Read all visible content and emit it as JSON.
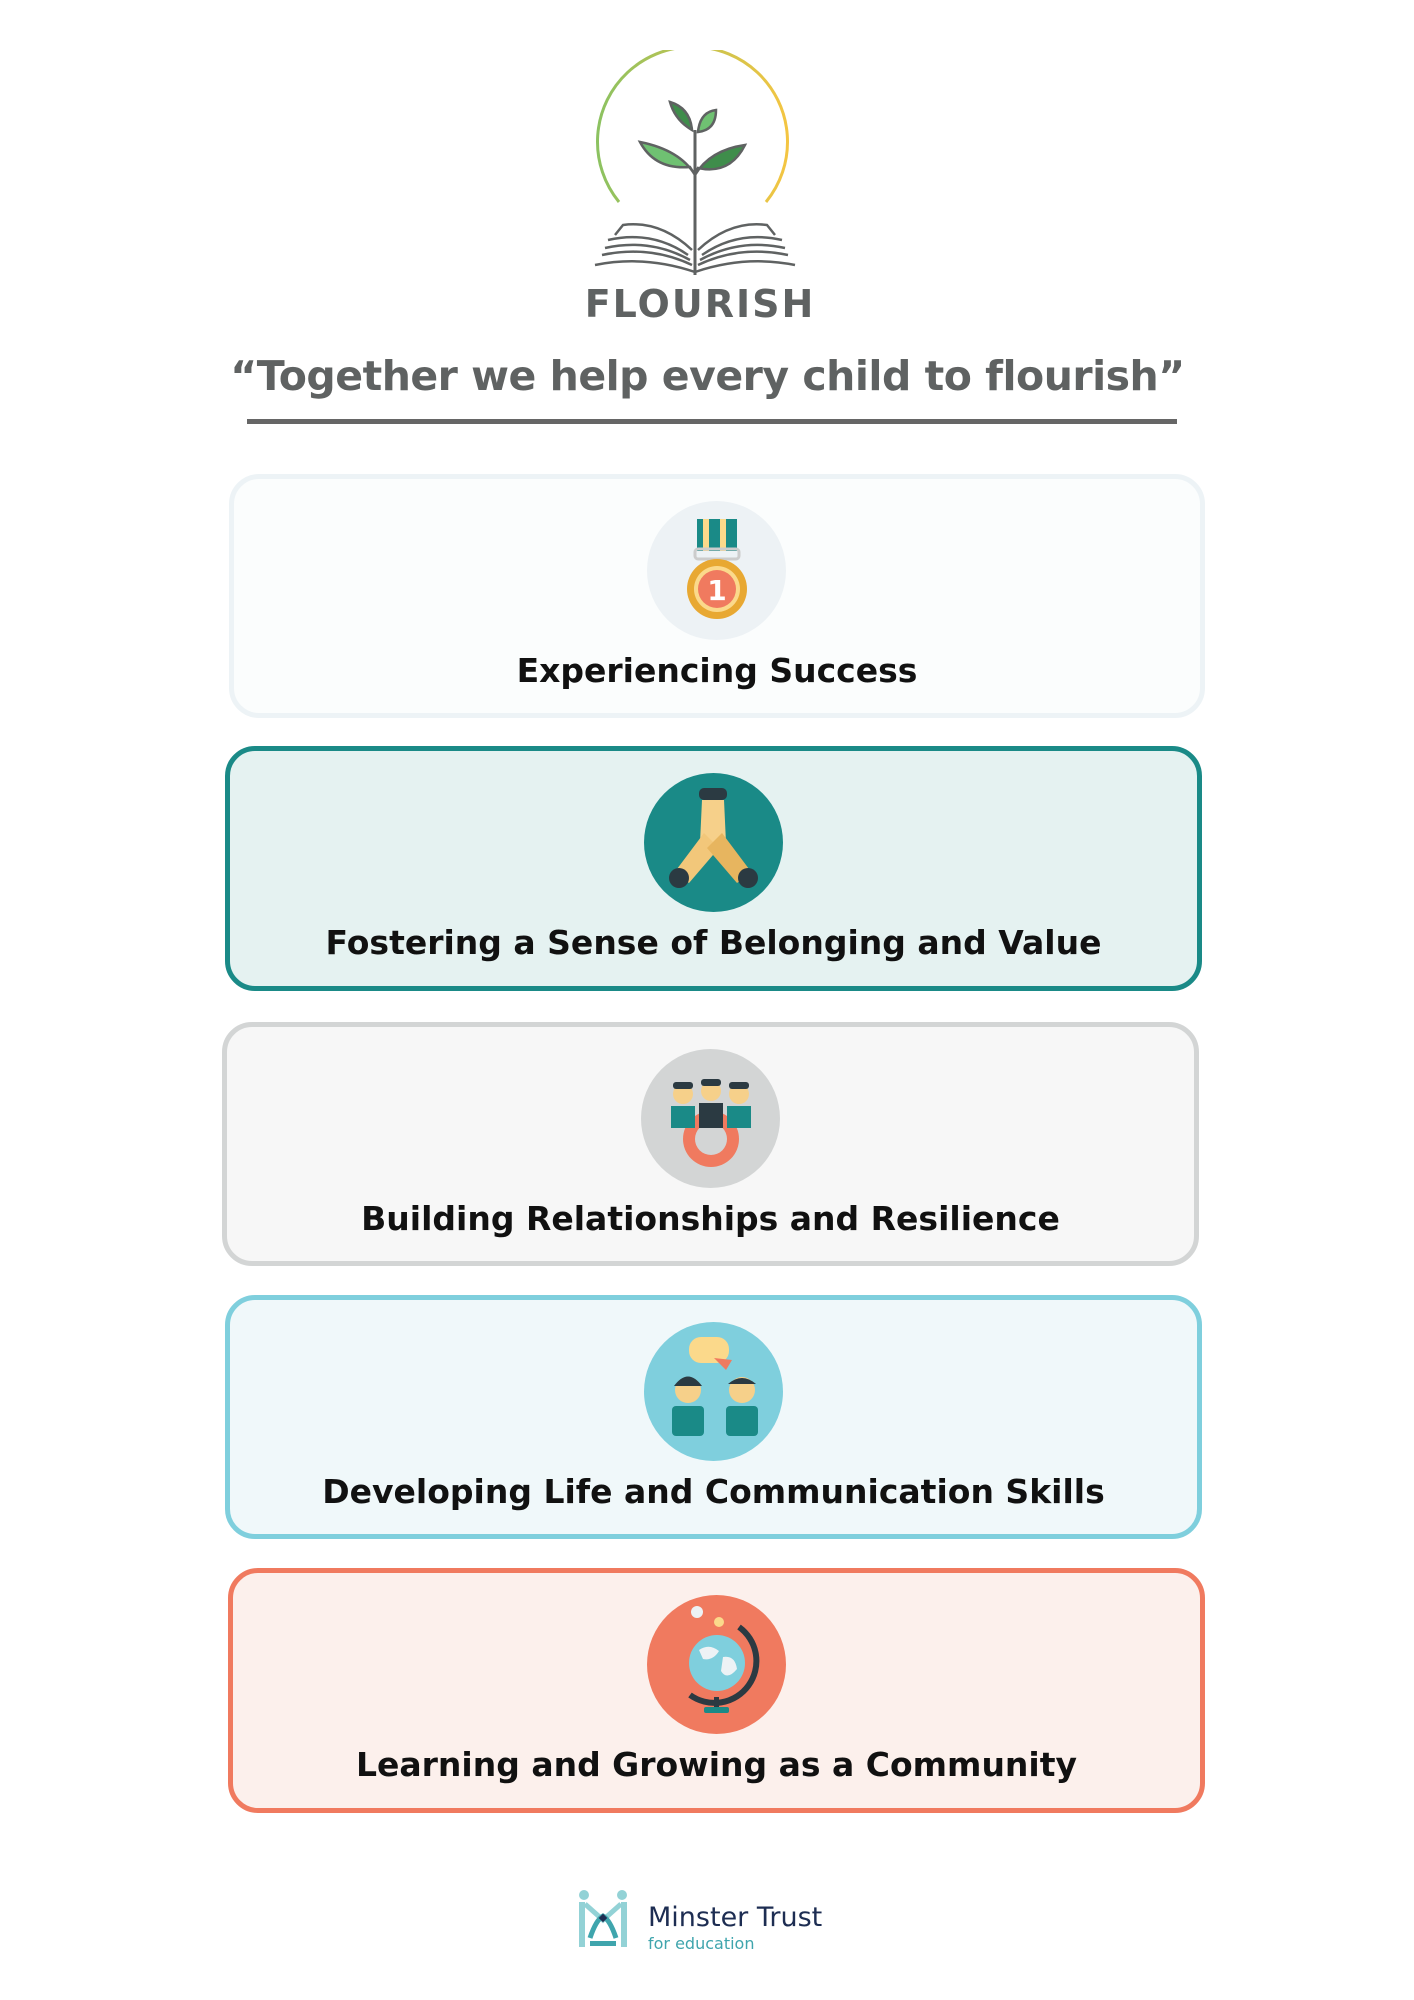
{
  "brand": {
    "name": "FLOURISH",
    "tagline": "“Together we help every child to flourish”"
  },
  "colors": {
    "grey_text": "#5f6262",
    "teal": "#1a8a87",
    "light_blue": "#7fcfdd",
    "coral": "#f07a5f",
    "light_grey": "#d3d5d5"
  },
  "cards": [
    {
      "label": "Experiencing Success",
      "icon": "medal-icon"
    },
    {
      "label": "Fostering a Sense of Belonging and Value",
      "icon": "hands-together-icon"
    },
    {
      "label": "Building Relationships and Resilience",
      "icon": "team-gear-icon"
    },
    {
      "label": "Developing Life and Communication Skills",
      "icon": "conversation-icon"
    },
    {
      "label": "Learning and Growing as a Community",
      "icon": "globe-icon"
    }
  ],
  "footer": {
    "name": "Minster Trust",
    "subtitle": "for education"
  }
}
